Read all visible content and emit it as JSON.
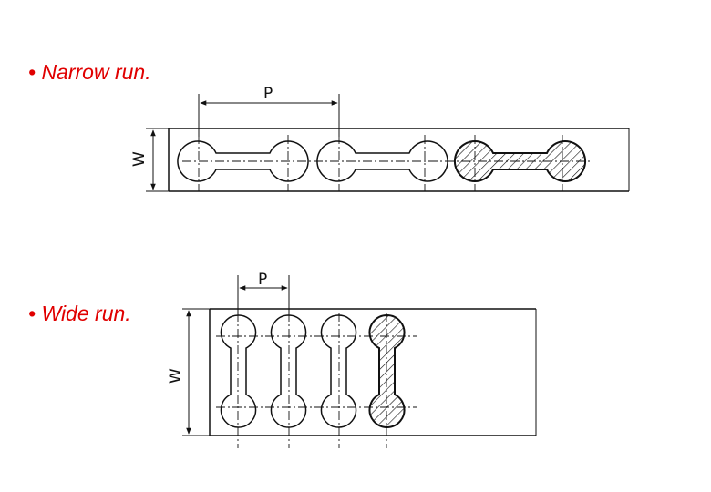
{
  "labels": {
    "narrow": "• Narrow run.",
    "wide": "• Wide run."
  },
  "narrow_diagram": {
    "pitch_label": "P",
    "width_label": "W"
  },
  "wide_diagram": {
    "pitch_label": "P",
    "width_label": "W"
  },
  "colors": {
    "label": "#e00000",
    "line": "#111111"
  }
}
